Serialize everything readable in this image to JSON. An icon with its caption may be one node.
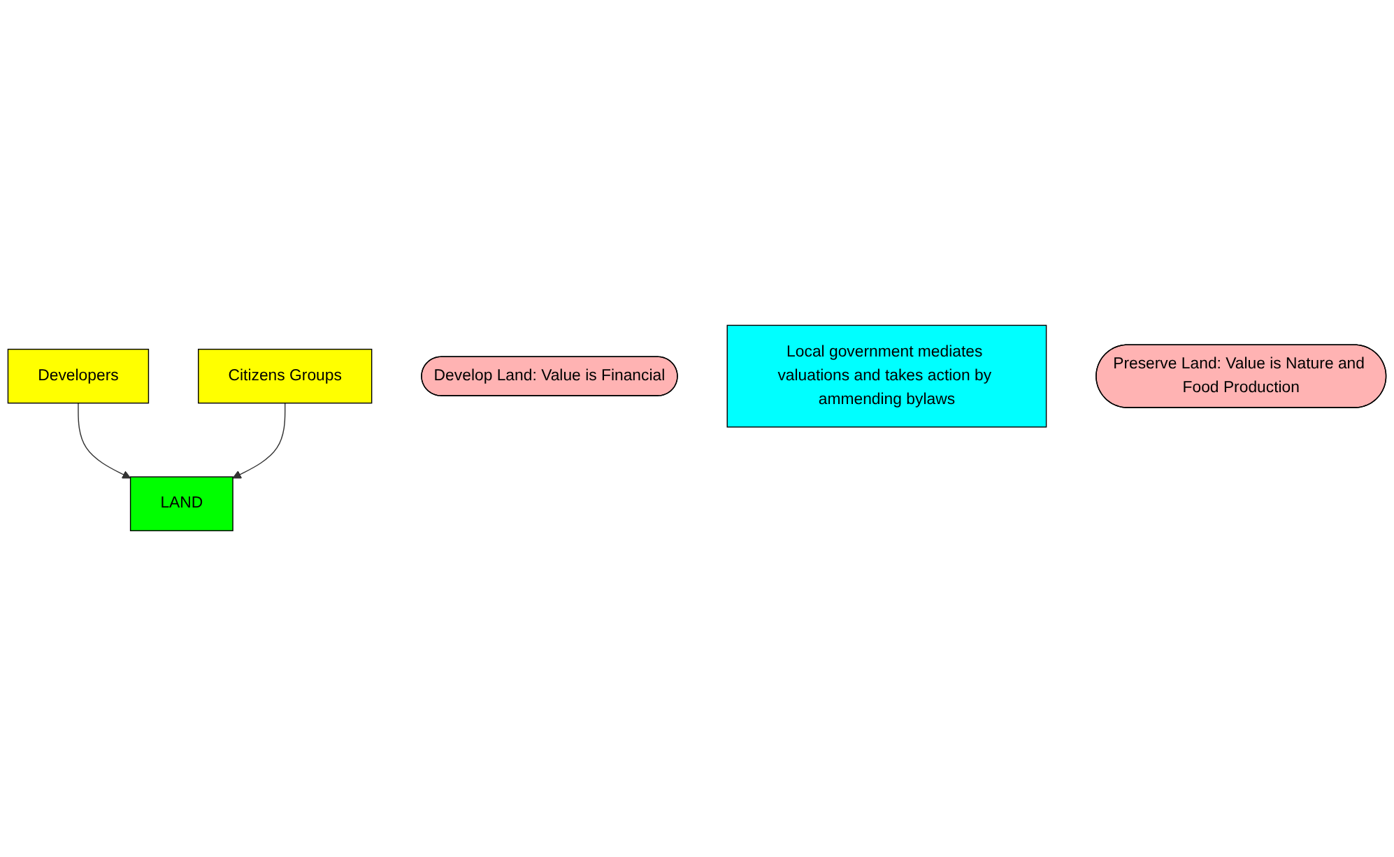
{
  "diagram": {
    "nodes": [
      {
        "text": [
          "Developers"
        ]
      },
      {
        "text": [
          "Citizens Groups"
        ]
      },
      {
        "text": [
          "Develop Land: Value is Financial"
        ]
      },
      {
        "text": [
          "Local government mediates valuations and takes action by ammending bylaws"
        ]
      },
      {
        "text": [
          "Preserve Land: Value is Nature and Food Production"
        ]
      },
      {
        "text": [
          "LAND"
        ]
      }
    ],
    "edges": [
      {
        "from": 0,
        "to": 5,
        "arrow": "to"
      },
      {
        "from": 1,
        "to": 5,
        "arrow": "to"
      }
    ]
  }
}
